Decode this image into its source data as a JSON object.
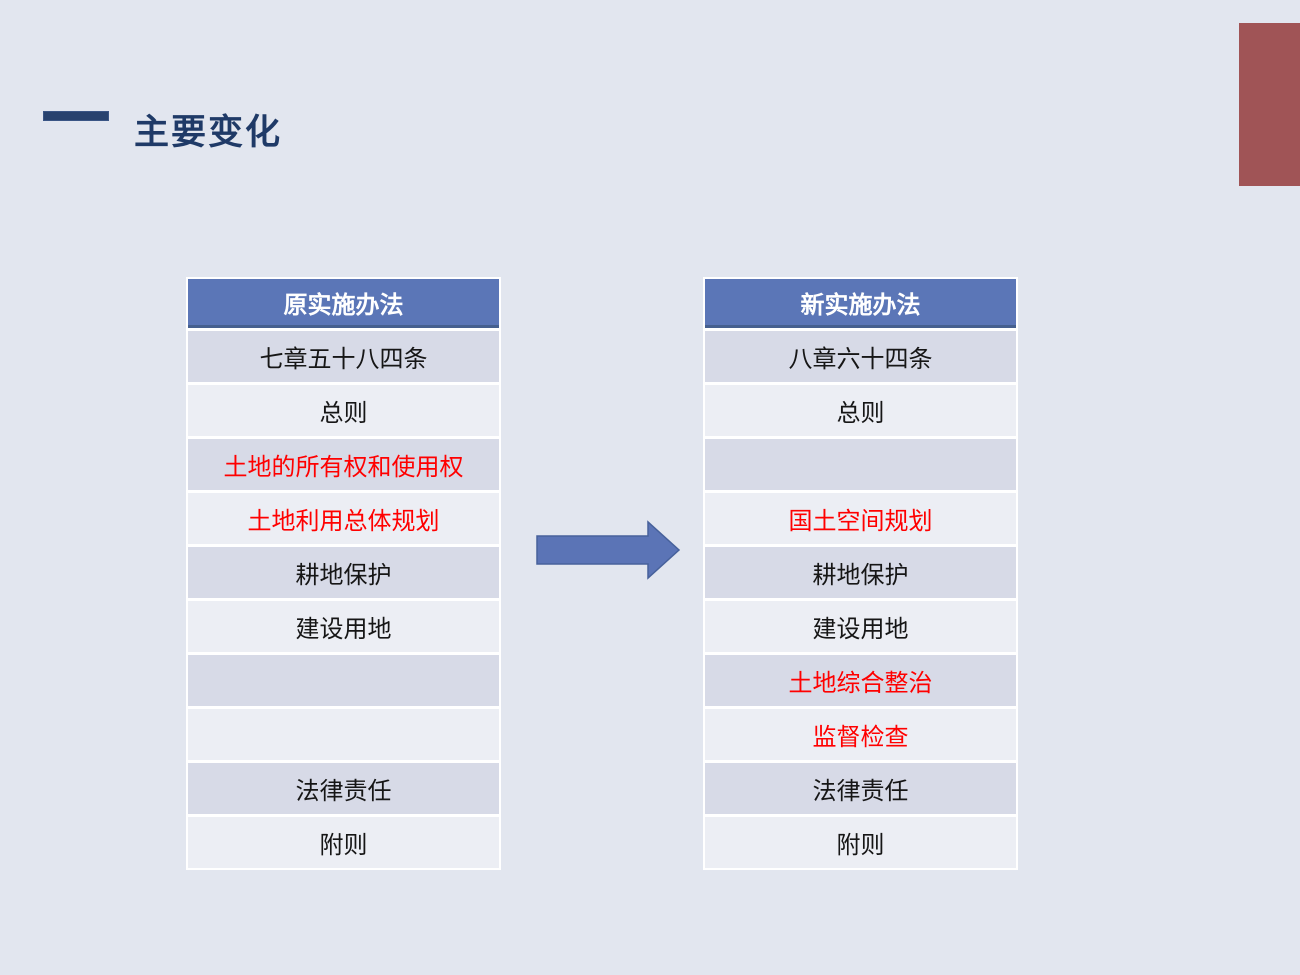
{
  "slide": {
    "title": "主要变化",
    "colors": {
      "background": "#e2e6ef",
      "title_navy": "#1f3a67",
      "dash_navy": "#28426e",
      "corner_red": "#a05456",
      "header_blue": "#5b76b7",
      "row_dark": "#d7dae7",
      "row_light": "#eceef4",
      "highlight_red_text": "#ff0000",
      "arrow_blue": "#5b74b6"
    },
    "left_table": {
      "header": "原实施办法",
      "rows": [
        {
          "text": "七章五十八四条",
          "color": "black"
        },
        {
          "text": "总则",
          "color": "black"
        },
        {
          "text": "土地的所有权和使用权",
          "color": "red"
        },
        {
          "text": "土地利用总体规划",
          "color": "red"
        },
        {
          "text": "耕地保护",
          "color": "black"
        },
        {
          "text": "建设用地",
          "color": "black"
        },
        {
          "text": "",
          "color": "black"
        },
        {
          "text": "",
          "color": "black"
        },
        {
          "text": "法律责任",
          "color": "black"
        },
        {
          "text": "附则",
          "color": "black"
        }
      ]
    },
    "right_table": {
      "header": "新实施办法",
      "rows": [
        {
          "text": "八章六十四条",
          "color": "black"
        },
        {
          "text": "总则",
          "color": "black"
        },
        {
          "text": "",
          "color": "black"
        },
        {
          "text": "国土空间规划",
          "color": "red"
        },
        {
          "text": "耕地保护",
          "color": "black"
        },
        {
          "text": "建设用地",
          "color": "black"
        },
        {
          "text": "土地综合整治",
          "color": "red"
        },
        {
          "text": "监督检查",
          "color": "red"
        },
        {
          "text": "法律责任",
          "color": "black"
        },
        {
          "text": "附则",
          "color": "black"
        }
      ]
    },
    "arrow": {
      "meaning": "old-to-new-transition"
    }
  }
}
